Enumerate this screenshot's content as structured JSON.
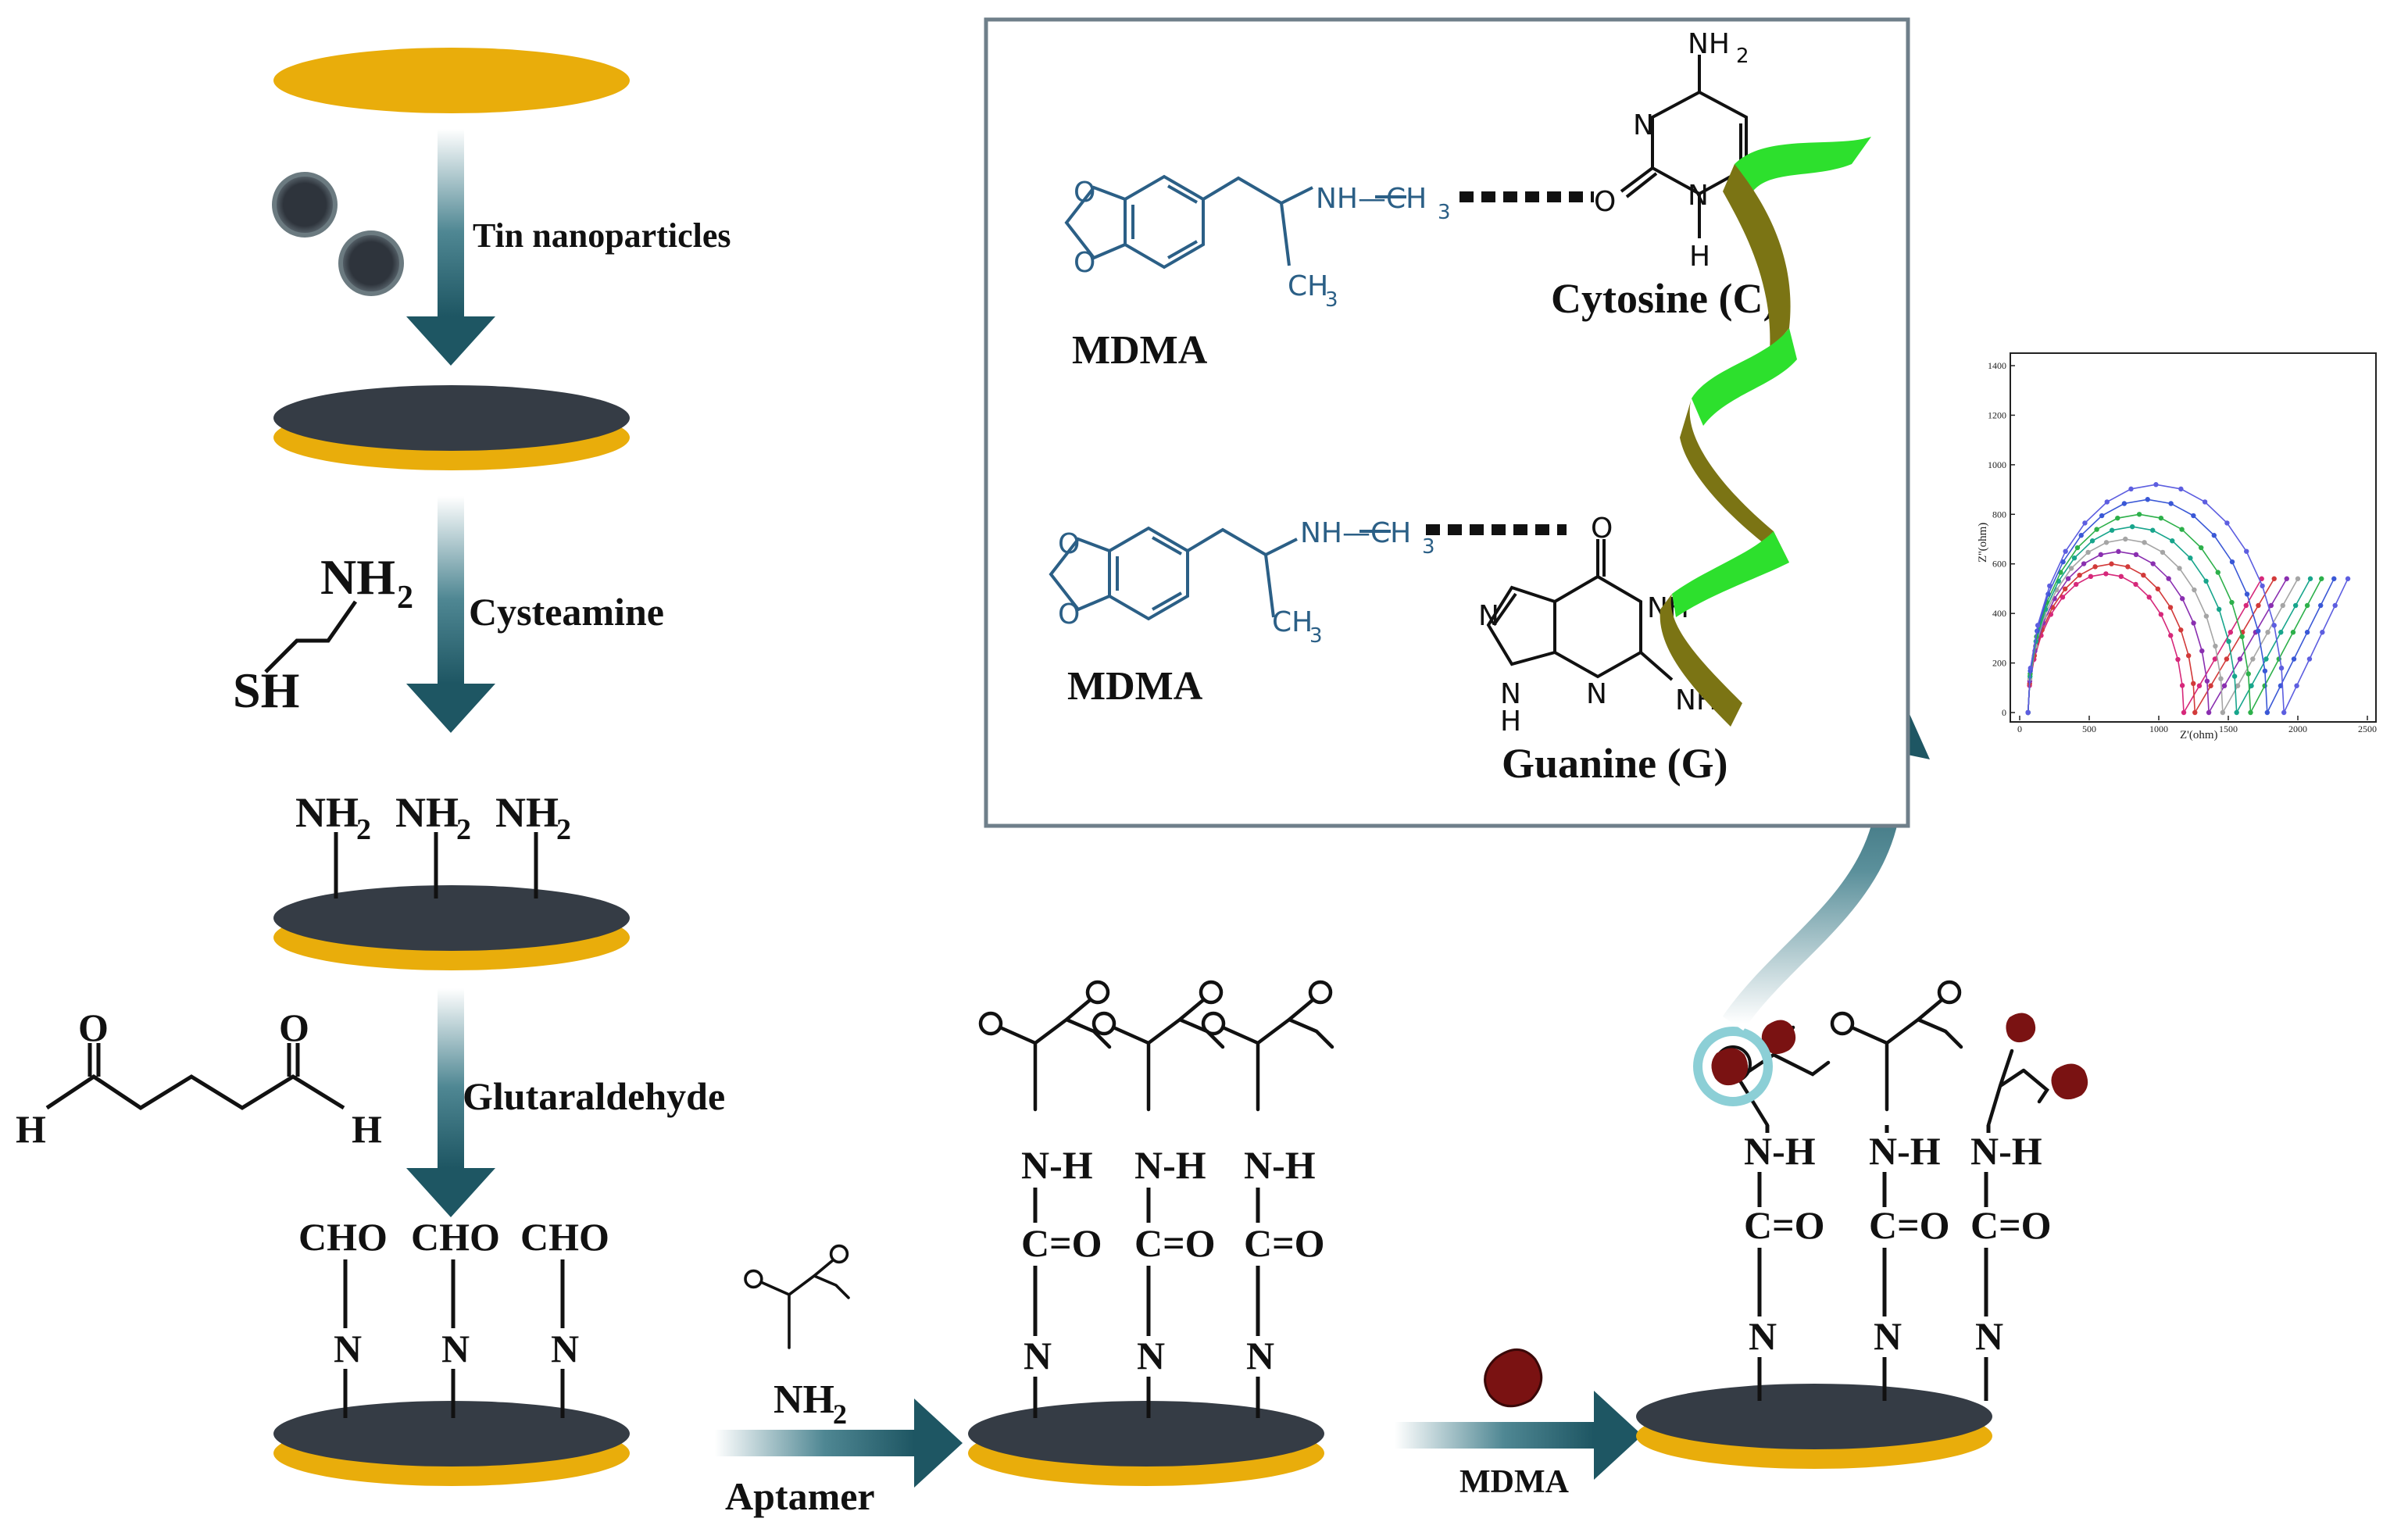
{
  "colors": {
    "gold": "#e9ad0b",
    "dark": "#353c45",
    "teal": "#1f5b66",
    "ribbon_green": "#2de02d",
    "ribbon_olive": "#7b7414",
    "mdma_red": "#7a1212",
    "highlight": "#8ccfd6",
    "chem_blue": "#2b5f86"
  },
  "steps": {
    "tin": "Tin nanoparticles",
    "cysteamine": "Cysteamine",
    "glutaraldehyde": "Glutaraldehyde",
    "aptamer": "Aptamer",
    "mdma": "MDMA"
  },
  "chem": {
    "nh2": "NH",
    "sub2": "2",
    "sh": "SH",
    "o": "O",
    "h": "H",
    "cho": "CHO",
    "n": "N",
    "nh": "N-H",
    "co": "C=O"
  },
  "inset": {
    "mdma_label": "MDMA",
    "cytosine": "Cytosine (C)",
    "guanine": "Guanine (G)",
    "nh_ch3": "NH—CH",
    "sub3": "3",
    "ch3": "CH",
    "nh2": "NH",
    "sub2": "2",
    "o": "O",
    "n": "N",
    "h": "H",
    "nh": "NH",
    "hn": "H"
  },
  "chart_data": {
    "type": "line",
    "xlabel": "Z'(ohm)",
    "ylabel": "Z''(ohm)",
    "xlim": [
      0,
      2500
    ],
    "ylim": [
      0,
      1400
    ],
    "xticks": [
      0,
      500,
      1000,
      1500,
      2000,
      2500
    ],
    "yticks": [
      0,
      200,
      400,
      600,
      800,
      1000,
      1200,
      1400
    ],
    "grid": false,
    "series": [
      {
        "color": "#d6287a",
        "r": 560,
        "tail_end": [
          1740,
          540
        ]
      },
      {
        "color": "#d23a3a",
        "r": 600,
        "tail_end": [
          1830,
          540
        ]
      },
      {
        "color": "#8a2fb0",
        "r": 650,
        "tail_end": [
          1920,
          540
        ]
      },
      {
        "color": "#a5a5a5",
        "r": 700,
        "tail_end": [
          2000,
          540
        ]
      },
      {
        "color": "#18a58c",
        "r": 750,
        "tail_end": [
          2090,
          540
        ]
      },
      {
        "color": "#2db04a",
        "r": 800,
        "tail_end": [
          2170,
          540
        ]
      },
      {
        "color": "#3a58d6",
        "r": 860,
        "tail_end": [
          2260,
          540
        ]
      },
      {
        "color": "#5d5ee0",
        "r": 920,
        "tail_end": [
          2360,
          540
        ]
      }
    ]
  }
}
